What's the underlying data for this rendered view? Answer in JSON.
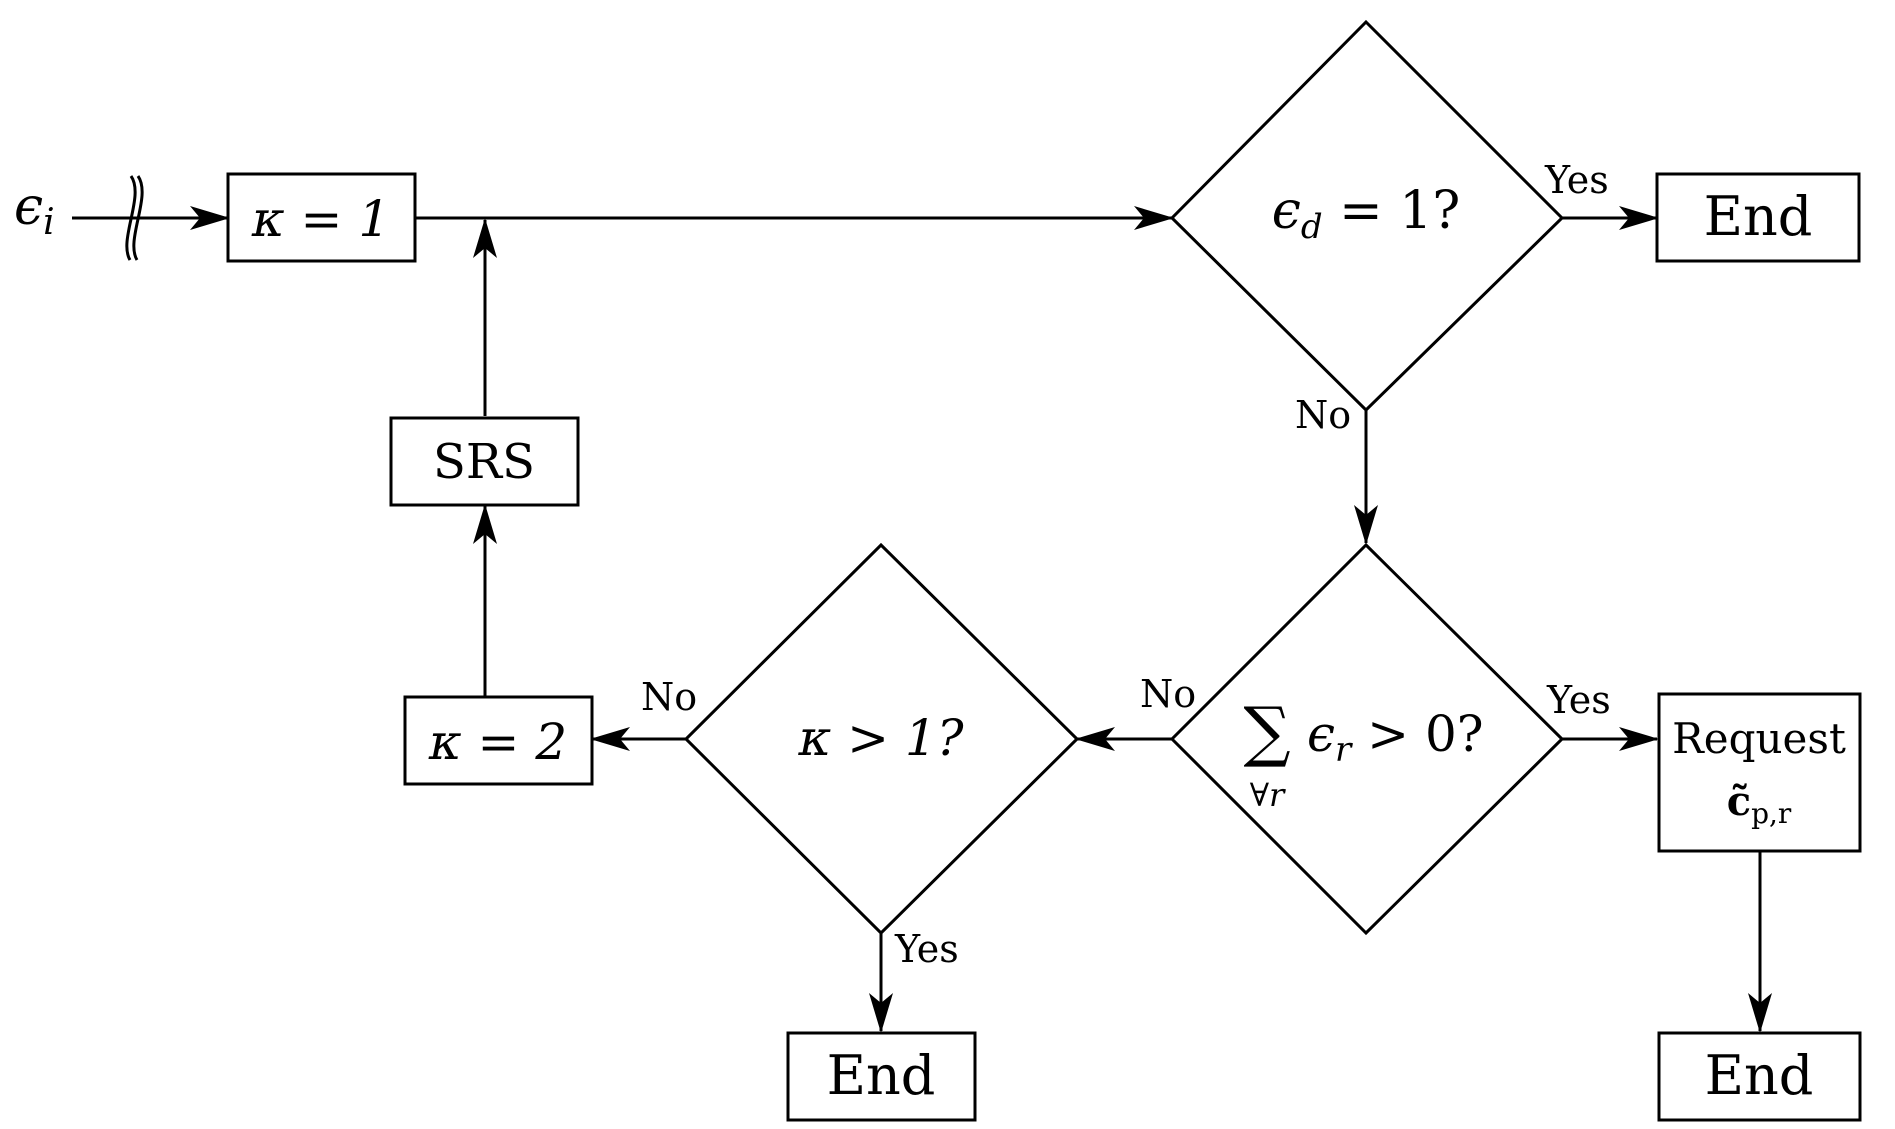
{
  "input": {
    "symbol": "ϵ",
    "subscript": "i"
  },
  "nodes": {
    "kappa_one": {
      "main": "κ = 1"
    },
    "srs": {
      "main": "SRS"
    },
    "kappa_two": {
      "main": "κ = 2"
    },
    "decision_ed": {
      "sym": "ϵ",
      "sub": "d",
      "rest": " = 1?"
    },
    "decision_sum": {
      "sigma": "∑",
      "under": "∀r",
      "sym": "ϵ",
      "sub": "r",
      "rest": " > 0?"
    },
    "decision_kappa": {
      "main": "κ > 1?"
    },
    "end_top": {
      "main": "End"
    },
    "end_bottom_left": {
      "main": "End"
    },
    "end_bottom_right": {
      "main": "End"
    },
    "request": {
      "line1": "Request",
      "c_symbol": "c̃",
      "c_sub": "p,r"
    }
  },
  "edge_labels": {
    "ed_yes": "Yes",
    "ed_no": "No",
    "sum_yes": "Yes",
    "sum_no": "No",
    "kappa_no": "No",
    "kappa_yes": "Yes"
  }
}
